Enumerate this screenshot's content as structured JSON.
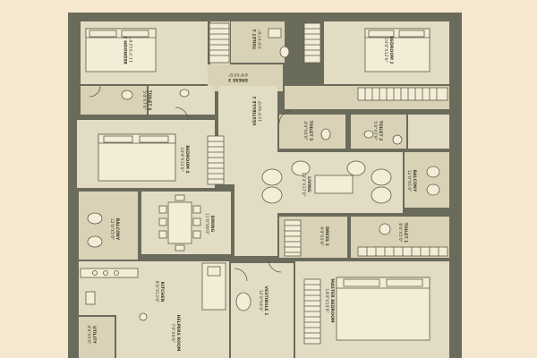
{
  "rooms": {
    "bedroom3": {
      "name": "BEDROOM 3",
      "size": "11'3\"X12'6\""
    },
    "toilet3": {
      "name": "TOILET 3",
      "size": "5'0\"X7'6\""
    },
    "bedroom2": {
      "name": "BEDROOM 2",
      "size": "10'0\"X12'6\""
    },
    "dress3": {
      "name": "DRESS 3",
      "size": "6'6\"X5'0\""
    },
    "toilet4": {
      "name": "TOILET 4",
      "size": "5'0\"X7'6\""
    },
    "vestibule2": {
      "name": "VESTIBULE 2",
      "size": "11'6\"X4'0\""
    },
    "toilet5": {
      "name": "TOILET 5",
      "size": "4'0\"X6'0\""
    },
    "toilet2": {
      "name": "TOILET 2",
      "size": "5'0\"X7'6\""
    },
    "bedroom4": {
      "name": "BEDROOM 4",
      "size": "10'0\"X12'6\""
    },
    "living": {
      "name": "LIVING",
      "size": "13'3\"X17'0\""
    },
    "balcony2": {
      "name": "BALCONY",
      "size": "12'0\"X5'0\""
    },
    "balcony1": {
      "name": "BALCONY",
      "size": "12'0\"X5'0\""
    },
    "dining": {
      "name": "DINING",
      "size": "11'0\"X8'0\""
    },
    "dress1": {
      "name": "DRESS 1",
      "size": "9'0\"X5'0\""
    },
    "toilet1": {
      "name": "TOILET 1",
      "size": "8'6\"X5'0\""
    },
    "kitchen": {
      "name": "KITCHEN",
      "size": "8'0\"X13'0\""
    },
    "vestibule1": {
      "name": "VESTIBULE 1",
      "size": "12'0\"X4'6\""
    },
    "master": {
      "name": "MASTER BEDROOM",
      "size": "14'0\"X13'0\""
    },
    "utility": {
      "name": "UTILITY",
      "size": "4'6\"X5'0\""
    },
    "helpersroom": {
      "name": "HELPERS ROOM",
      "size": "7'0\"X9'0\""
    }
  }
}
